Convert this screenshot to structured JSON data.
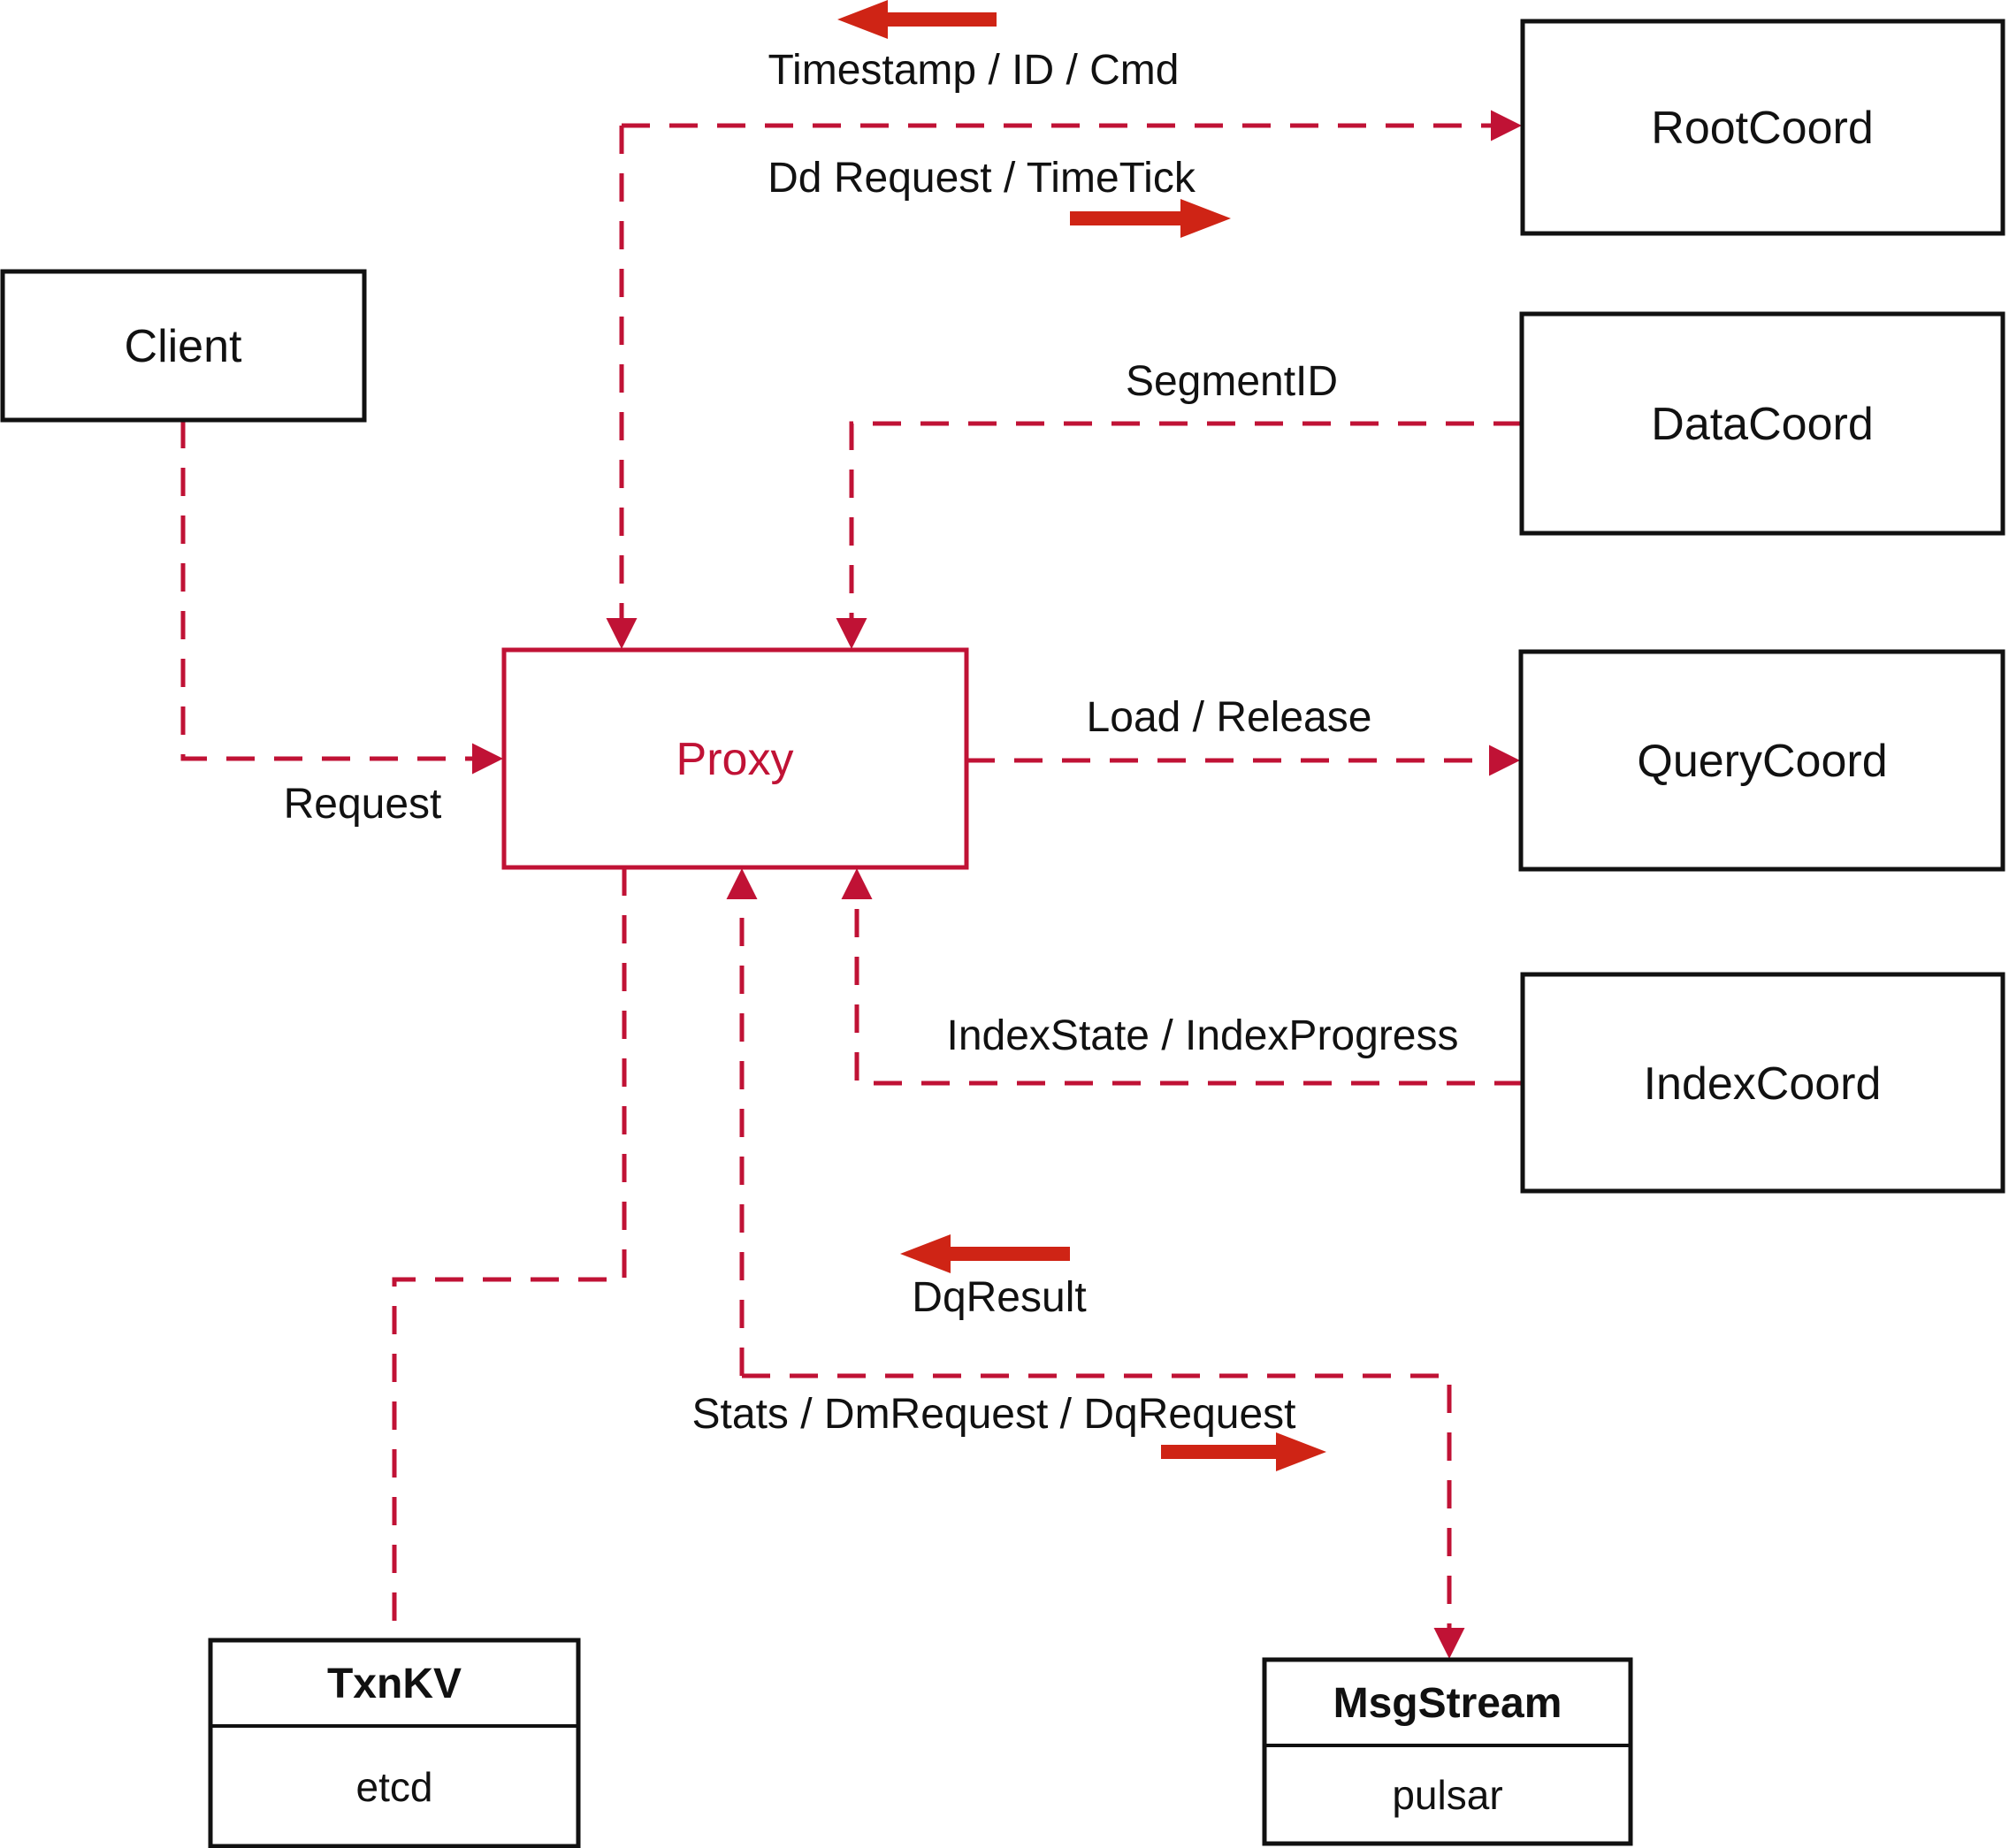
{
  "diagram": {
    "nodes": {
      "client": {
        "label": "Client"
      },
      "proxy": {
        "label": "Proxy"
      },
      "root_coord": {
        "label": "RootCoord"
      },
      "data_coord": {
        "label": "DataCoord"
      },
      "query_coord": {
        "label": "QueryCoord"
      },
      "index_coord": {
        "label": "IndexCoord"
      },
      "txn_kv": {
        "title": "TxnKV",
        "impl": "etcd"
      },
      "msg_stream": {
        "title": "MsgStream",
        "impl": "pulsar"
      }
    },
    "edge_labels": {
      "timestamp": "Timestamp / ID / Cmd",
      "dd_request": "Dd Request / TimeTick",
      "segment_id": "SegmentID",
      "request": "Request",
      "load_release": "Load / Release",
      "index_state": "IndexState / IndexProgress",
      "dq_result": "DqResult",
      "stats": "Stats / DmRequest / DqRequest"
    },
    "colors": {
      "connector": "#c01235",
      "solid_arrow": "#cf2415",
      "box_border": "#111111",
      "text": "#111111",
      "background": "#ffffff"
    }
  }
}
